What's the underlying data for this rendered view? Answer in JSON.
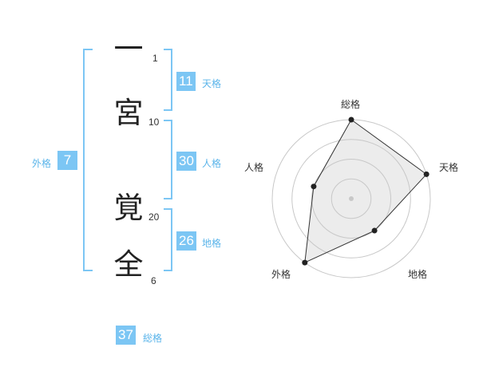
{
  "name": {
    "chars": [
      {
        "char": "一",
        "strokes": "1"
      },
      {
        "char": "宮",
        "strokes": "10"
      },
      {
        "char": "覚",
        "strokes": "20"
      },
      {
        "char": "全",
        "strokes": "6"
      }
    ]
  },
  "scores": {
    "tenkaku": {
      "value": "11",
      "label": "天格"
    },
    "jinkaku": {
      "value": "30",
      "label": "人格"
    },
    "chikaku": {
      "value": "26",
      "label": "地格"
    },
    "gaikaku": {
      "value": "7",
      "label": "外格"
    },
    "soukaku": {
      "value": "37",
      "label": "総格"
    }
  },
  "colors": {
    "accent": "#7cc6f4",
    "accent_text": "#5ab4ea",
    "bracket": "#7cc6f4"
  },
  "chart_data": {
    "type": "radar",
    "axes": [
      "総格",
      "天格",
      "地格",
      "外格",
      "人格"
    ],
    "values": [
      4,
      4,
      2,
      4,
      2
    ],
    "max": 4,
    "rings": 4,
    "grid": true
  }
}
